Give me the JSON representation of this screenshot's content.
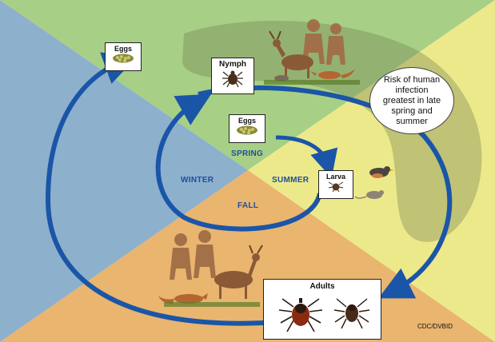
{
  "colors": {
    "winter": "#8db0cc",
    "spring": "#a7cf86",
    "summer": "#ece98a",
    "fall": "#e9b56f",
    "arrow": "#1a55a8",
    "season_text": "#1f4e9a",
    "risk_zone": "#6f7a4e"
  },
  "stages": {
    "eggs_top": "Eggs",
    "nymph": "Nymph",
    "eggs_center": "Eggs",
    "larva": "Larva",
    "adults": "Adults"
  },
  "seasons": {
    "spring": "SPRING",
    "summer": "SUMMER",
    "fall": "FALL",
    "winter": "WINTER"
  },
  "risk_note": "Risk of human infection greatest in late spring and summer",
  "credit": "CDC/DVBID",
  "icons": [
    "tick-egg-cluster-icon",
    "tick-icon",
    "deer-icon",
    "human-silhouette-icon",
    "mouse-icon",
    "bird-icon",
    "fox-icon"
  ]
}
